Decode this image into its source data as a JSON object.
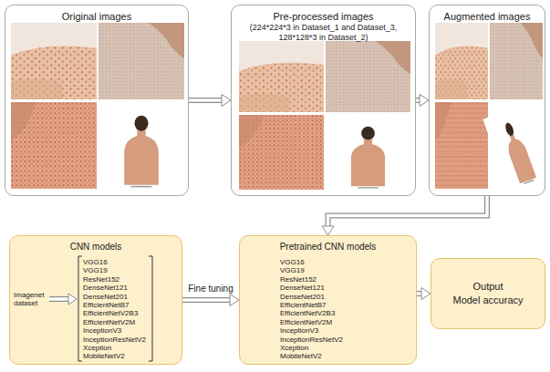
{
  "diagram": {
    "nodes": [
      {
        "text": [
          "Original images"
        ]
      },
      {
        "text": [
          "Pre-processed images",
          "(224*224*3 in Dataset_1 and Dataset_3, 128*128*3 in Dataset_2)"
        ]
      },
      {
        "text": [
          "Augmented images"
        ]
      },
      {
        "text": [
          "CNN models",
          "Imagenet dataset",
          "VGG16",
          "VGG19",
          "ResNet152",
          "DenseNet121",
          "DenseNet201",
          "EfficientNetB7",
          "EfficientNetV2B3",
          "EfficientNetV2M",
          "InceptionV3",
          "InceptionResNetV2",
          "Xception",
          "MobileNetV2"
        ]
      },
      {
        "text": [
          "Pretrained CNN models",
          "VGG16",
          "VGG19",
          "ResNet152",
          "DenseNet121",
          "DenseNet201",
          "EfficientNetB7",
          "EfficientNetV2B3",
          "EfficientNetV2M",
          "InceptionV3",
          "InceptionResNetV2",
          "Xception",
          "MobileNetV2"
        ]
      },
      {
        "text": [
          "Output",
          "Model accuracy"
        ]
      }
    ],
    "edges": [
      {
        "from": 0,
        "to": 1,
        "arrow": "to"
      },
      {
        "from": 1,
        "to": 2,
        "arrow": "to"
      },
      {
        "from": 2,
        "to": 4,
        "arrow": "to"
      },
      {
        "from": 3,
        "to": 4,
        "arrow": "to",
        "label": "Fine tuning"
      },
      {
        "from": 4,
        "to": 5,
        "arrow": "to"
      }
    ]
  }
}
